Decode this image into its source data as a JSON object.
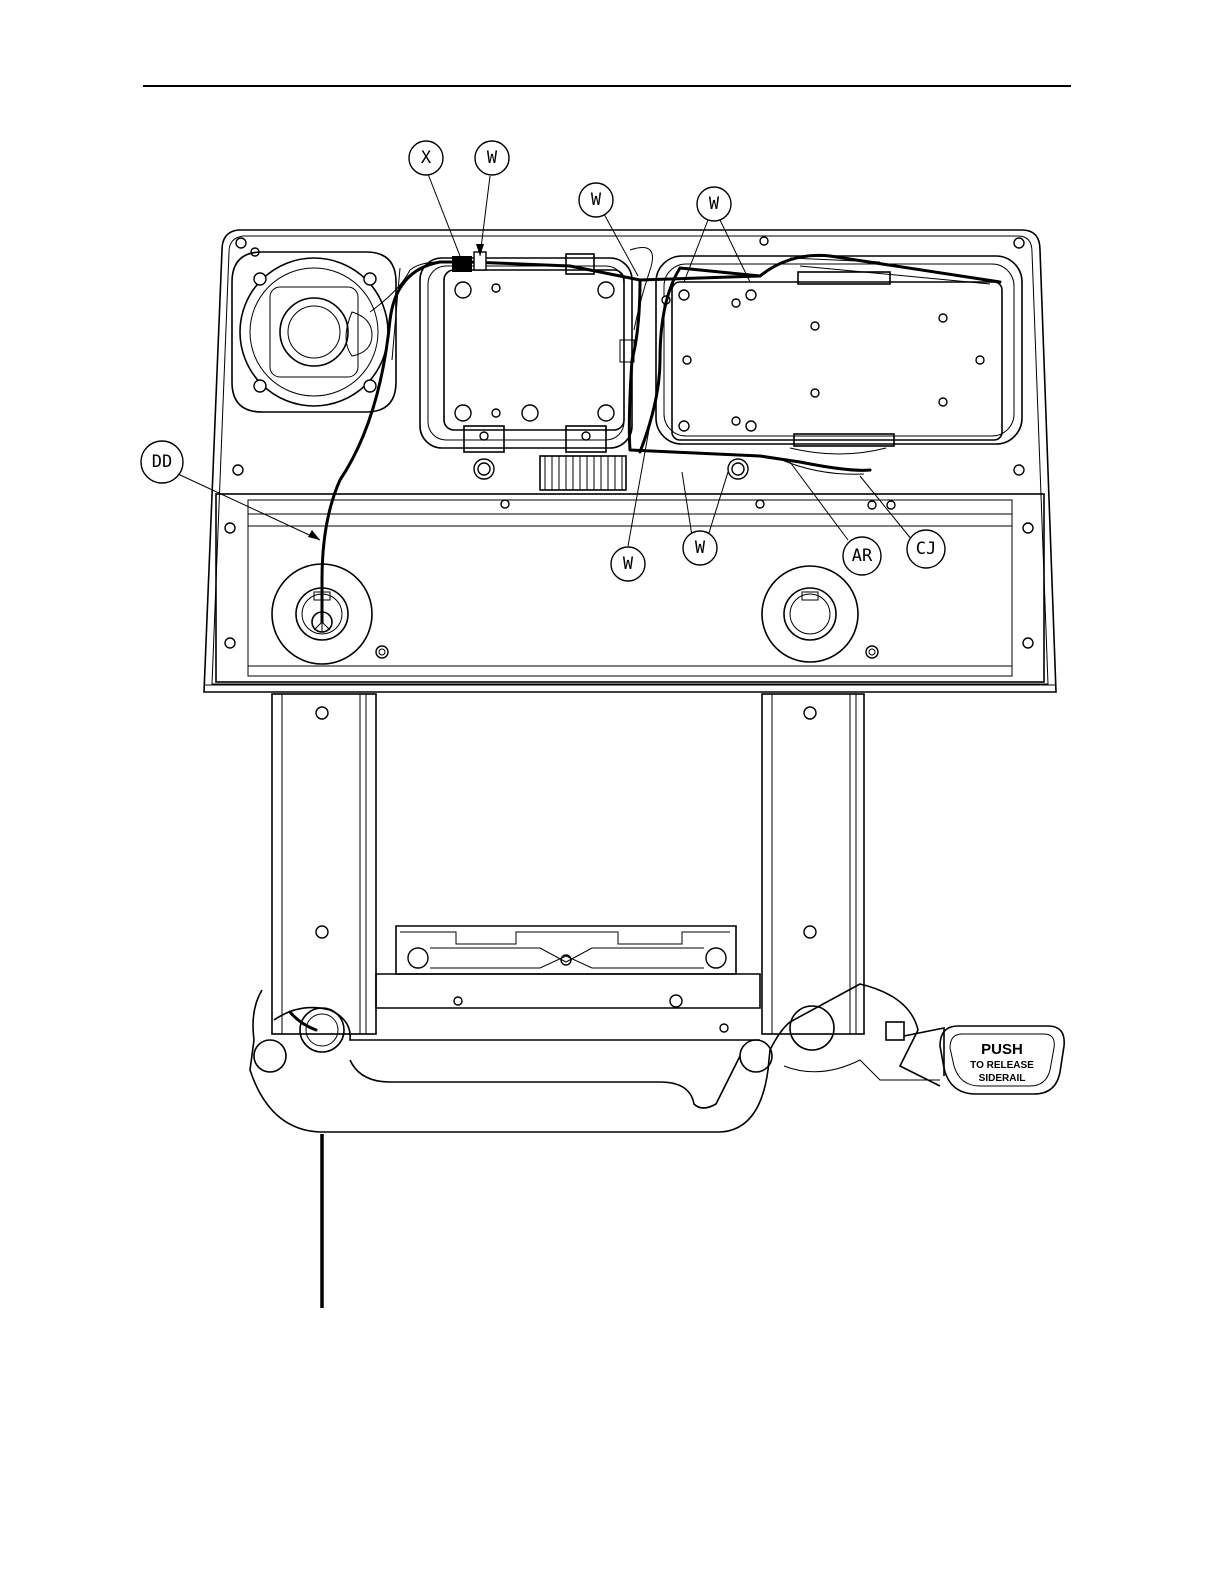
{
  "callouts": [
    {
      "id": "x",
      "text": "X"
    },
    {
      "id": "w1",
      "text": "W"
    },
    {
      "id": "w2",
      "text": "W"
    },
    {
      "id": "w3",
      "text": "W"
    },
    {
      "id": "dd",
      "text": "DD"
    },
    {
      "id": "w4",
      "text": "W"
    },
    {
      "id": "w5",
      "text": "W"
    },
    {
      "id": "ar",
      "text": "AR"
    },
    {
      "id": "cj",
      "text": "CJ"
    }
  ],
  "release_label": {
    "line1": "PUSH",
    "line2": "TO RELEASE",
    "line3": "SIDERAIL"
  }
}
